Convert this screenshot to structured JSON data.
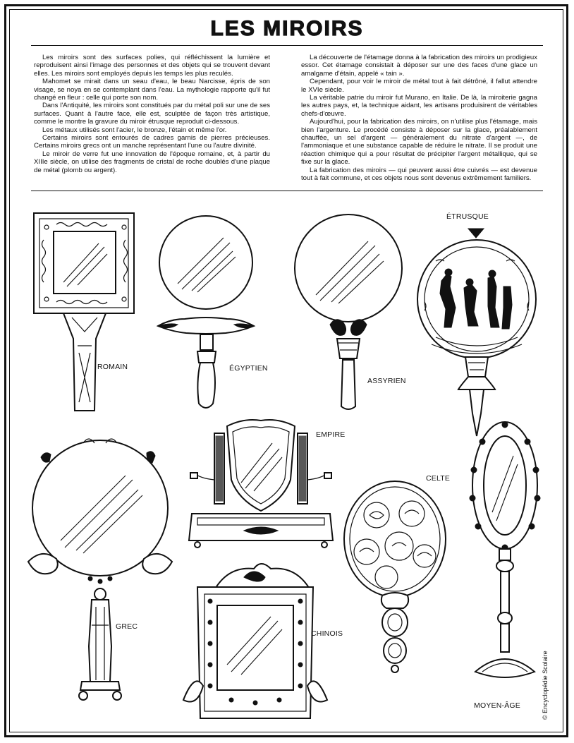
{
  "title": "LES MIROIRS",
  "left_column": [
    "Les miroirs sont des surfaces polies, qui réfléchissent la lumière et reproduisent ainsi l'image des personnes et des objets qui se trouvent devant elles. Les miroirs sont employés depuis les temps les plus reculés.",
    "Mahomet se mirait dans un seau d'eau, le beau Narcisse, épris de son visage, se noya en se contemplant dans l'eau. La mythologie rapporte qu'il fut changé en fleur : celle qui porte son nom.",
    "Dans l'Antiquité, les miroirs sont constitués par du métal poli sur une de ses surfaces. Quant à l'autre face, elle est, sculptée de façon très artistique, comme le montre la gravure du miroir étrusque reproduit ci-dessous.",
    "Les métaux utilisés sont l'acier, le bronze, l'étain et même l'or.",
    "Certains miroirs sont entourés de cadres garnis de pierres précieuses. Certains miroirs grecs ont un manche représentant l'une ou l'autre divinité.",
    "Le miroir de verre fut une innovation de l'époque romaine, et, à partir du XIIIe siècle, on utilise des fragments de cristal de roche doublés d'une plaque de métal (plomb ou argent)."
  ],
  "right_column": [
    "La découverte de l'étamage donna à la fabrication des miroirs un prodigieux essor. Cet étamage consistait à déposer sur une des faces d'une glace un amalgame d'étain, appelé « tain ».",
    "Cependant, pour voir le miroir de métal tout à fait détrôné, il fallut attendre le XVIe siècle.",
    "La véritable patrie du miroir fut Murano, en Italie. De là, la miroiterie gagna les autres pays, et, la technique aidant, les artisans produisirent de véritables chefs-d'œuvre.",
    "Aujourd'hui, pour la fabrication des miroirs, on n'utilise plus l'étamage, mais bien l'argenture. Le procédé consiste à déposer sur la glace, préalablement chauffée, un sel d'argent — généralement du nitrate d'argent —, de l'ammoniaque et une substance capable de réduire le nitrate. Il se produit une réaction chimique qui a pour résultat de précipiter l'argent métallique, qui se fixe sur la glace.",
    "La fabrication des miroirs — qui peuvent aussi être cuivrés — est devenue tout à fait commune, et ces objets nous sont devenus extrêmement familiers."
  ],
  "labels": {
    "romain": "ROMAIN",
    "egyptien": "ÉGYPTIEN",
    "assyrien": "ASSYRIEN",
    "etrusque": "ÉTRUSQUE",
    "empire": "EMPIRE",
    "celte": "CELTE",
    "grec": "GREC",
    "chinois": "CHINOIS",
    "moyen_age": "MOYEN-ÂGE"
  },
  "credit": "© Encyclopédie Scolaire"
}
